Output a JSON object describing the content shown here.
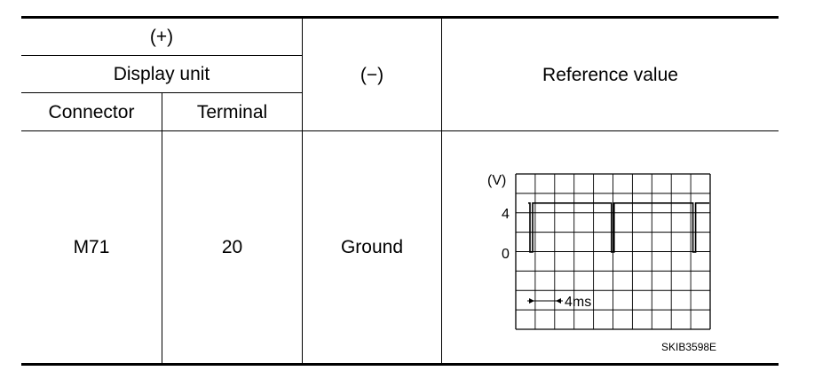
{
  "table": {
    "header": {
      "plus": "(+)",
      "display_unit": "Display unit",
      "connector": "Connector",
      "terminal": "Terminal",
      "minus": "(−)",
      "reference_value": "Reference value"
    },
    "row": {
      "connector": "M71",
      "terminal": "20",
      "minus": "Ground"
    }
  },
  "waveform": {
    "y_unit_label": "(V)",
    "y_tick_4": "4",
    "y_tick_0": "0",
    "time_scale_label": "4ms",
    "figure_id": "SKIB3598E",
    "high_level_v": 4.7,
    "low_level_v": 0,
    "pulse_period_ms": 9,
    "grid_divisions": {
      "x": 10,
      "y": 8
    }
  }
}
